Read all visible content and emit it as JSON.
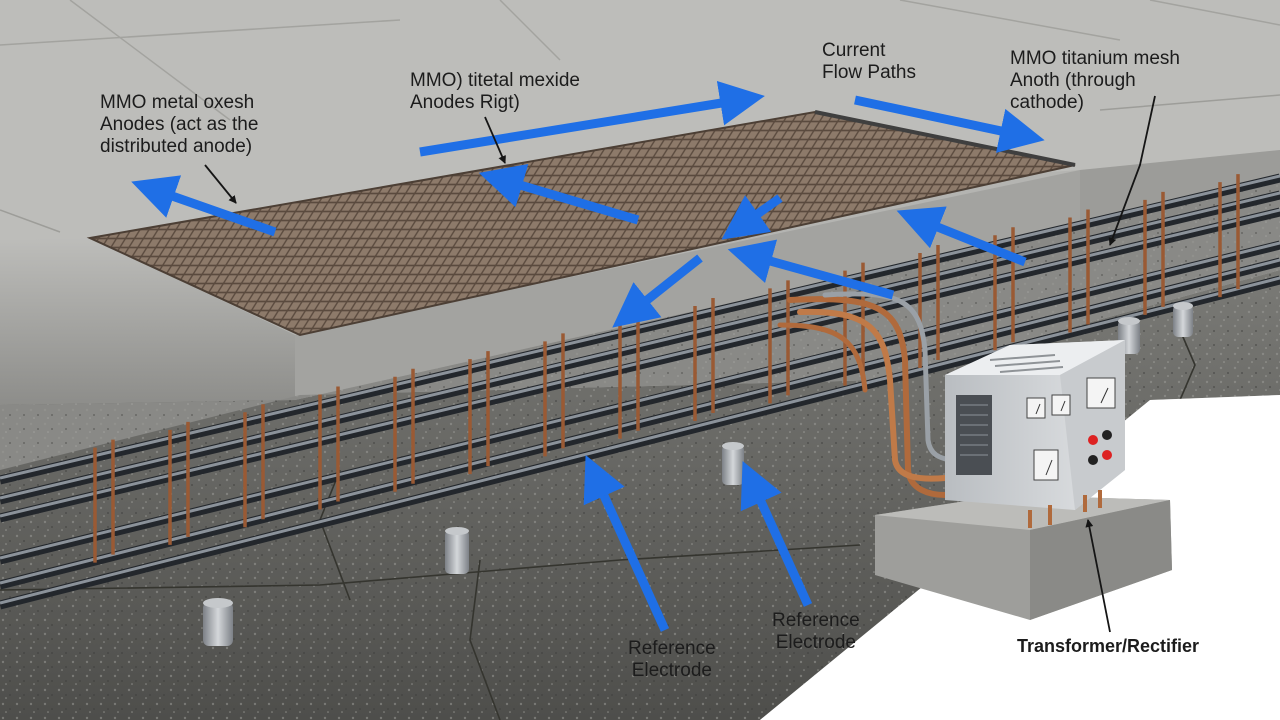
{
  "labels": {
    "mmo_metal_oxesh": [
      "MMO metal oxesh",
      "Anodes (act as the",
      "distributed anode)"
    ],
    "mmo_titetal": [
      "MMO) titetal mexide",
      "Anodes Rigt)"
    ],
    "current_flow": [
      "Current",
      "Flow Paths"
    ],
    "mmo_titanium_mesh": [
      "MMO titanium mesh",
      "Anoth (through",
      "cathode)"
    ],
    "reference_electrode_left": [
      "Reference",
      "Electrode"
    ],
    "reference_electrode_right": [
      "Reference",
      "Electrode"
    ],
    "transformer_rectifier": "Transformer/Rectifier"
  },
  "colors": {
    "arrow_blue": "#1f6fe6",
    "concrete_light": "#b9b9b6",
    "concrete_dark": "#6f6f6c",
    "mesh_copper": "#8a6a52",
    "rebar_steel": "#4a5058",
    "copper_wire": "#b06a3c",
    "rectifier_body": "#d3d6d9"
  },
  "icons": [
    "rebar-cage",
    "mmo-mesh-anode",
    "reference-electrode",
    "rectifier-cabinet",
    "analog-gauge"
  ]
}
